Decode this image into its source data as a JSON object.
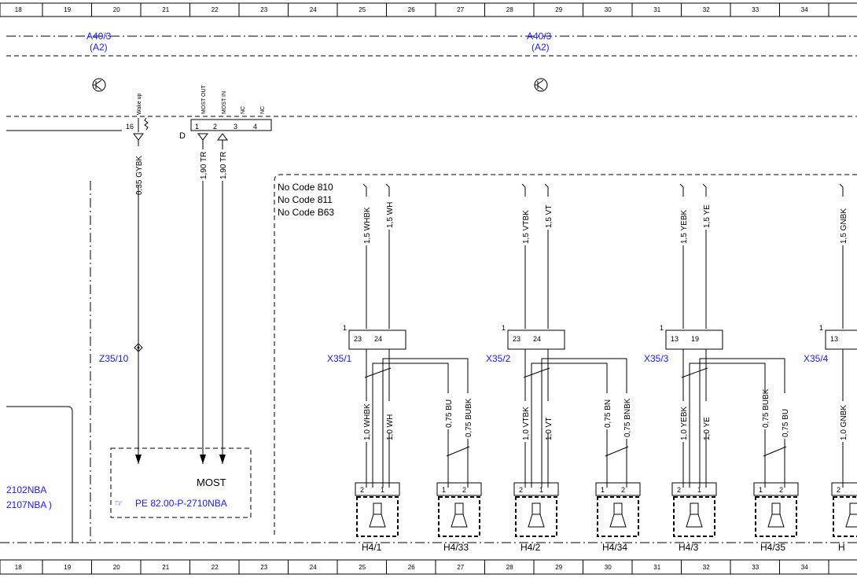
{
  "grid": {
    "columns": [
      "18",
      "19",
      "20",
      "21",
      "22",
      "23",
      "24",
      "25",
      "26",
      "27",
      "28",
      "29",
      "30",
      "31",
      "32",
      "33",
      "34"
    ]
  },
  "modules": {
    "left_id": "A40/3",
    "left_sub": "(A2)",
    "right_id": "A40/3",
    "right_sub": "(A2)"
  },
  "connector_d": {
    "letter": "D",
    "pins": [
      "1",
      "2",
      "3",
      "4"
    ],
    "pin_labels": [
      "MOST OUT",
      "MOST IN",
      "NC",
      "NC"
    ],
    "wakeup_pin": "16",
    "wakeup_label": "Wake up"
  },
  "wires": {
    "gybk": "0,35 GYBK",
    "tr1": "1,90 TR",
    "tr2": "1,90 TR"
  },
  "left_box": {
    "ref1": "2102NBA",
    "ref2": "2107NBA )"
  },
  "splice": "Z35/10",
  "most_box": {
    "label": "MOST",
    "ref": "PE 82.00-P-2710NBA",
    "ref_icon": "☞"
  },
  "codes": [
    "No  Code 810",
    "No  Code 811",
    "No  Code B63"
  ],
  "connectors": [
    {
      "id": "X35/1",
      "pin1": "23",
      "pin2": "24",
      "top1": "1,5 WHBK",
      "top2": "1,5 WH",
      "bot1": "1,0 WHBK",
      "bot2": "1,0 WH",
      "bot3": "0,75 BU",
      "bot4": "0,75 BUBK",
      "spk1": "H4/1",
      "spk2": "H4/33"
    },
    {
      "id": "X35/2",
      "pin1": "23",
      "pin2": "24",
      "top1": "1,5 VTBK",
      "top2": "1,5 VT",
      "bot1": "1,0 VTBK",
      "bot2": "1,0 VT",
      "bot3": "0,75 BN",
      "bot4": "0,75 BNBK",
      "spk1": "H4/2",
      "spk2": "H4/34"
    },
    {
      "id": "X35/3",
      "pin1": "13",
      "pin2": "19",
      "top1": "1,5 YEBK",
      "top2": "1,5 YE",
      "bot1": "1,0 YEBK",
      "bot2": "1,0 YE",
      "bot3": "0,75 BUBK",
      "bot4": "0,75 BU",
      "spk1": "H4/3",
      "spk2": "H4/35"
    },
    {
      "id": "X35/4",
      "pin1": "13",
      "pin2": "",
      "top1": "1,5 GNBK",
      "top2": "",
      "bot1": "1,0 GNBK",
      "bot2": "",
      "bot3": "",
      "bot4": "",
      "spk1": "H",
      "spk2": ""
    }
  ],
  "speaker_pins": {
    "a": "2",
    "b": "1",
    "c": "1",
    "d": "2"
  },
  "connector_index": "1",
  "colors": {
    "link_blue": "#1a1aff",
    "line": "#000000"
  }
}
